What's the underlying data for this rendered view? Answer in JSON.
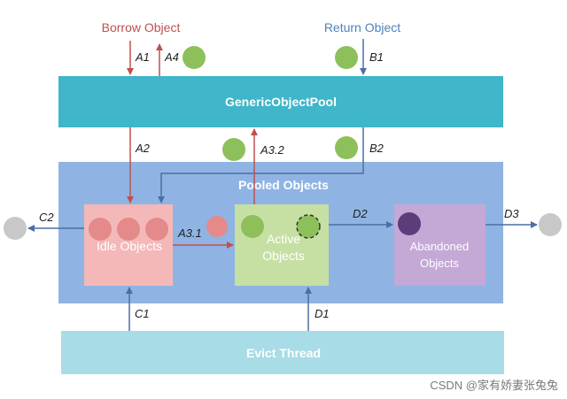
{
  "top_labels": {
    "borrow": "Borrow Object",
    "return": "Return Object"
  },
  "boxes": {
    "pool": "GenericObjectPool",
    "pooled": "Pooled Objects",
    "idle": "Idle Objects",
    "active_line1": "Active",
    "active_line2": "Objects",
    "abandoned_line1": "Abandoned",
    "abandoned_line2": "Objects",
    "evict": "Evict Thread"
  },
  "edges": {
    "a1": "A1",
    "a2": "A2",
    "a3_1": "A3.1",
    "a3_2": "A3.2",
    "a4": "A4",
    "b1": "B1",
    "b2": "B2",
    "c1": "C1",
    "c2": "C2",
    "d1": "D1",
    "d2": "D2",
    "d3": "D3"
  },
  "watermark": "CSDN @家有娇妻张兔兔",
  "colors": {
    "borrow_text": "#c0504d",
    "return_text": "#4f81bd",
    "pool_fill": "#3fb6c9",
    "pooled_fill": "#8fb4e3",
    "idle_fill": "#f4b8b8",
    "active_fill": "#c6e0a4",
    "abandoned_fill": "#c4a8d6",
    "evict_fill": "#a8dce6",
    "red_arrow": "#c0504d",
    "blue_arrow": "#4a6fa5",
    "green_dot": "#8dc05a",
    "pink_dot": "#e48a8a",
    "purple_dot": "#5c3d7a",
    "grey_dot": "#c8c8c8"
  }
}
